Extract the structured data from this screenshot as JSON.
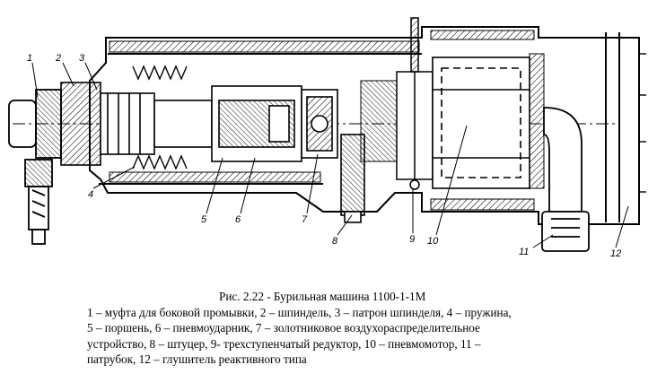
{
  "figure": {
    "callouts": [
      "1",
      "2",
      "3",
      "4",
      "5",
      "6",
      "7",
      "8",
      "9",
      "10",
      "11",
      "12"
    ]
  },
  "caption": {
    "title": "Рис. 2.22 - Бурильная машина 1100-1-1М",
    "legend": [
      "1 – муфта для боковой промывки, 2 – шпиндель, 3 – патрон шпинделя, 4 – пружина,",
      "5 – поршень, 6 – пневмоударник, 7 – золотниковое воздухораспределительное",
      "устройство, 8 – штуцер, 9- трехступенчатый редуктор, 10 – пневмомотор, 11 –",
      "патрубок, 12 – глушитель реактивного типа"
    ]
  }
}
